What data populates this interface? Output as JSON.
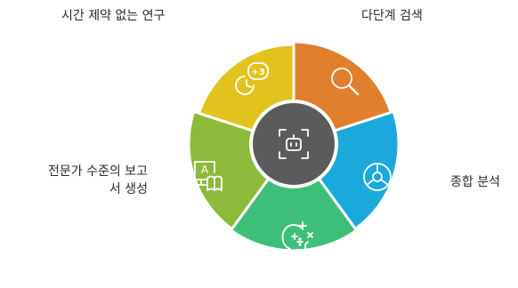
{
  "segments": [
    {
      "label": "시간 제약 없는 연구",
      "color": "#E07F2E",
      "icon": "clock-plus-three-icon",
      "icon_text": "+3"
    },
    {
      "label": "다단계 검색",
      "color": "#1BA8DB",
      "icon": "magnifier-icon"
    },
    {
      "label": "종합 분석",
      "color": "#3DBF7A",
      "icon": "pie-chart-icon"
    },
    {
      "label": "",
      "color": "#8DBA3A",
      "icon": "head-math-icon"
    },
    {
      "label_lines": [
        "전문가 수준의 보고",
        "서 생성"
      ],
      "color": "#E2C21C",
      "icon": "report-book-icon",
      "icon_text": "A"
    }
  ],
  "hub": {
    "icon": "robot-icon",
    "color": "#5B5B5B"
  }
}
